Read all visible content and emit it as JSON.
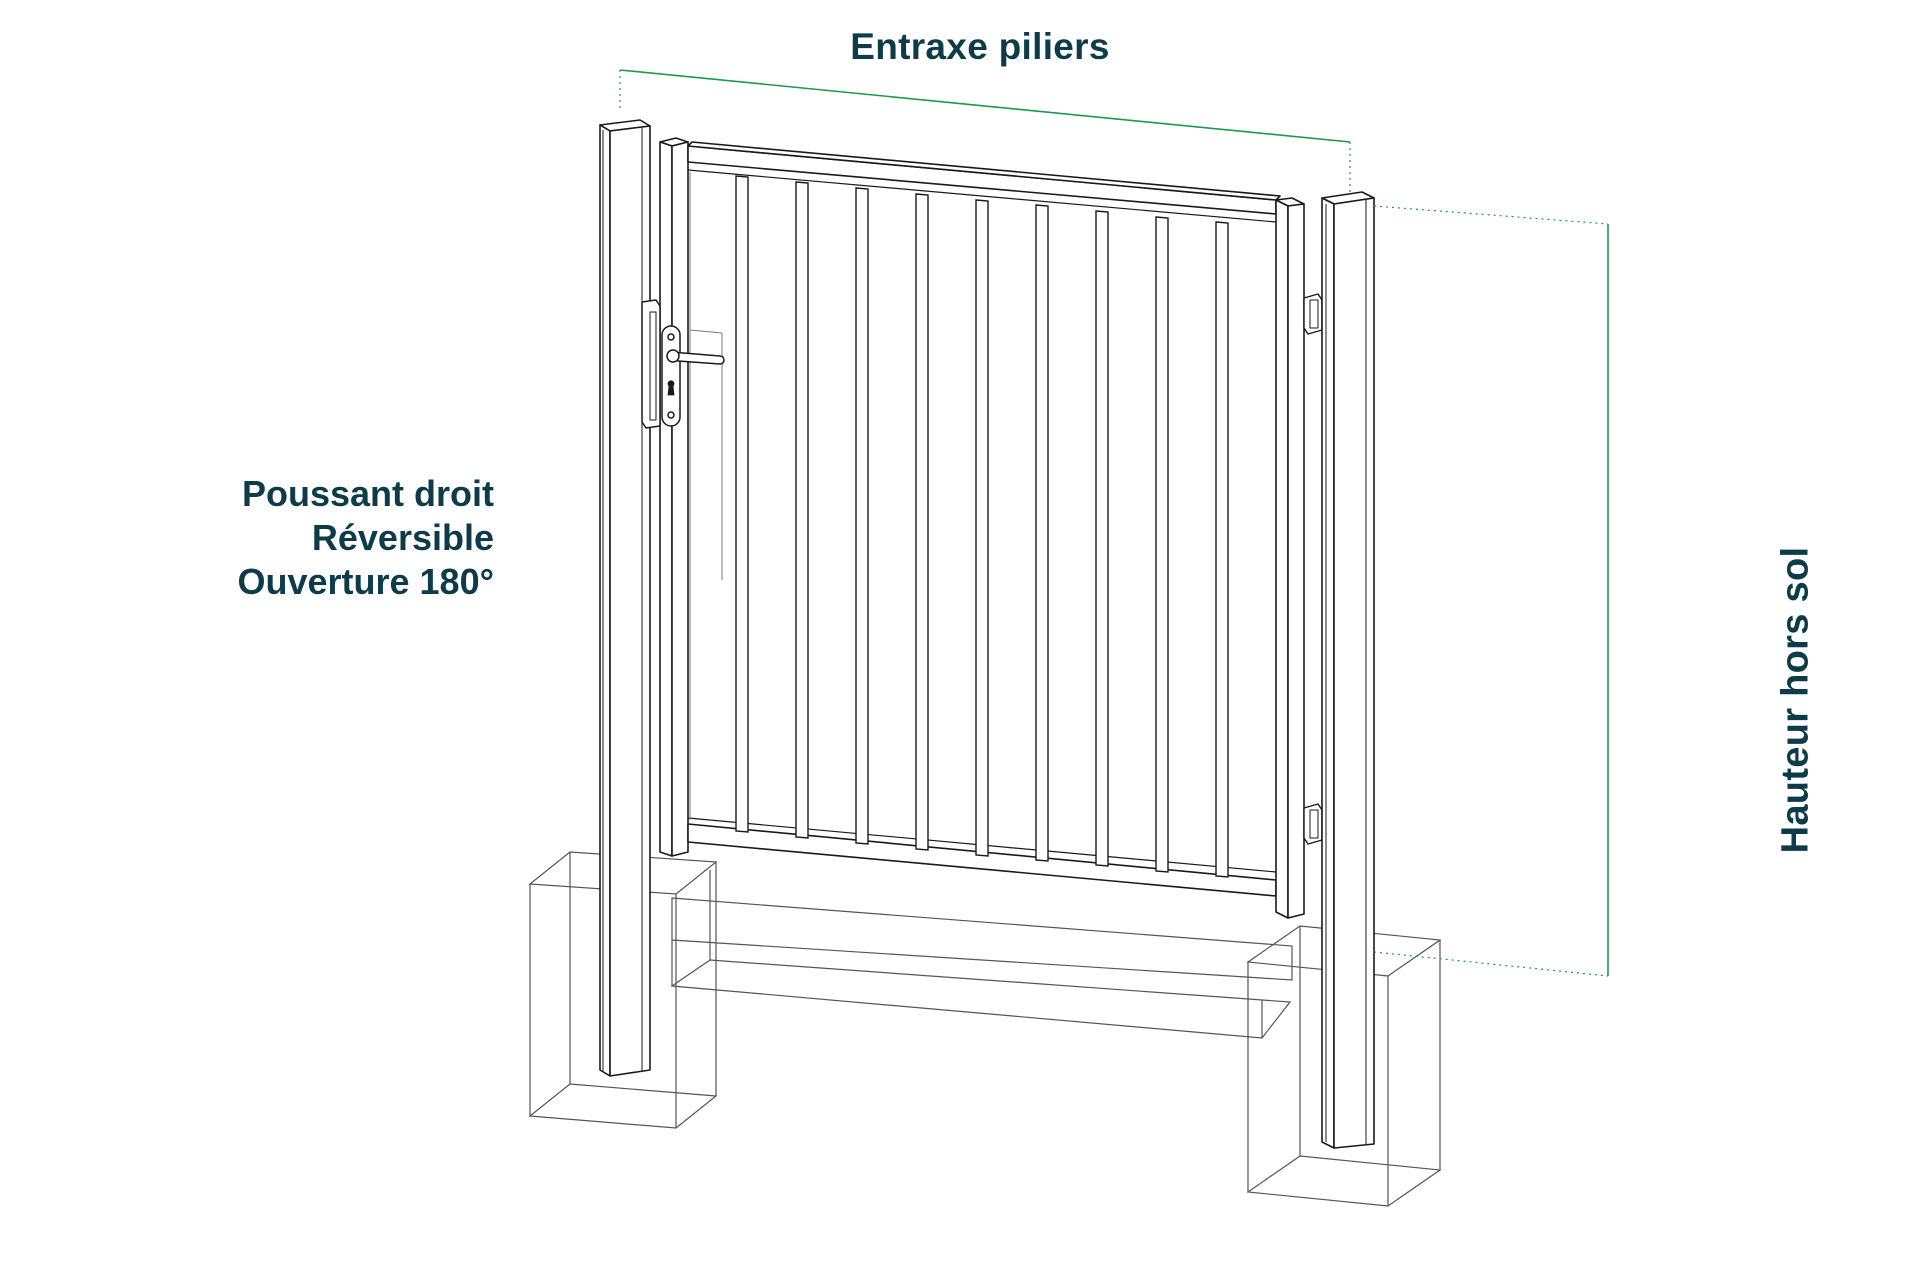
{
  "labels": {
    "top": "Entraxe piliers",
    "left_lines": [
      "Poussant droit",
      "Réversible",
      "Ouverture 180°"
    ],
    "right": "Hauteur hors sol"
  },
  "colors": {
    "label_text": "#0d3b4a",
    "dimension_line": "#1e9a4a",
    "drawing_line": "#1a1a1a",
    "ghost_line": "#555555",
    "background": "#ffffff"
  },
  "icons": {
    "gate": "gate-drawing",
    "handle": "door-handle-icon",
    "hinge": "hinge-icon"
  }
}
